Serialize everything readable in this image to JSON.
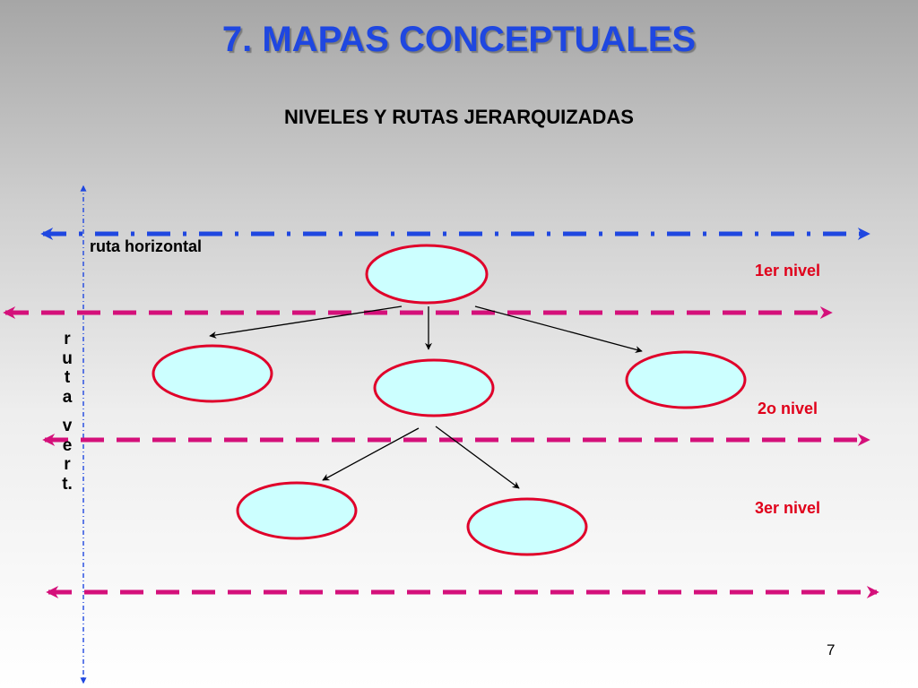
{
  "slide": {
    "title": "7. MAPAS CONCEPTUALES",
    "subtitle": "NIVELES Y RUTAS JERARQUIZADAS",
    "page_number": "7"
  },
  "labels": {
    "ruta_horizontal": "ruta horizontal",
    "level_1": "1er nivel",
    "level_2": "2o nivel",
    "level_3": "3er nivel"
  },
  "vertical_label": {
    "word1": [
      "r",
      "u",
      "t",
      "a"
    ],
    "word2": [
      "v",
      "e",
      "r",
      "t."
    ]
  },
  "colors": {
    "title": "#1f47e0",
    "horizontal_route_line": "#1f47e0",
    "level_divider_lines": "#d4107a",
    "node_fill": "#ccffff",
    "node_border": "#e0002a",
    "level_label": "#e0001a",
    "vertical_route_line": "#1f47e0"
  }
}
